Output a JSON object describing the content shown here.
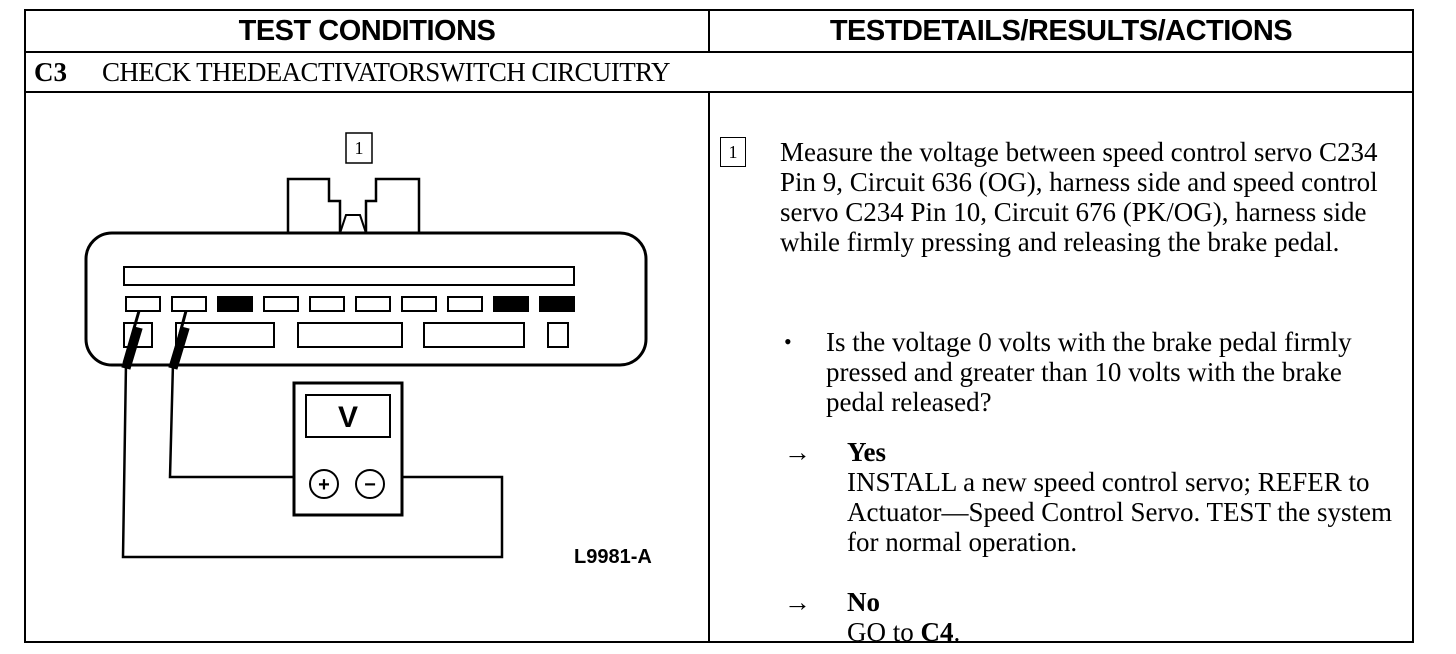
{
  "header": {
    "left": "TEST CONDITIONS",
    "right": "TESTDETAILS/RESULTS/ACTIONS"
  },
  "step": {
    "code": "C3",
    "title": "CHECK THEDEACTIVATORSWITCH CIRCUITRY"
  },
  "diagram": {
    "callout": "1",
    "meter_symbol": "V",
    "plus": "+",
    "minus": "−",
    "figure_id": "L9981-A"
  },
  "details": {
    "callout": "1",
    "measure": "Measure the voltage between speed control servo C234 Pin 9, Circuit 636 (OG), harness side and speed control servo C234 Pin 10, Circuit 676 (PK/OG), harness side while firmly pressing and releasing the brake pedal.",
    "bullet_symbol": "•",
    "question": "Is the voltage 0 volts with the brake pedal firmly pressed and greater than 10 volts with the brake pedal released?",
    "arrow_symbol": "→",
    "yes_label": "Yes",
    "yes_action": "INSTALL a new speed control servo; REFER to Actuator—Speed Control Servo. TEST the system for normal operation.",
    "no_label": "No",
    "no_action_prefix": "GO to ",
    "no_action_target": "C4",
    "no_action_suffix": "."
  }
}
